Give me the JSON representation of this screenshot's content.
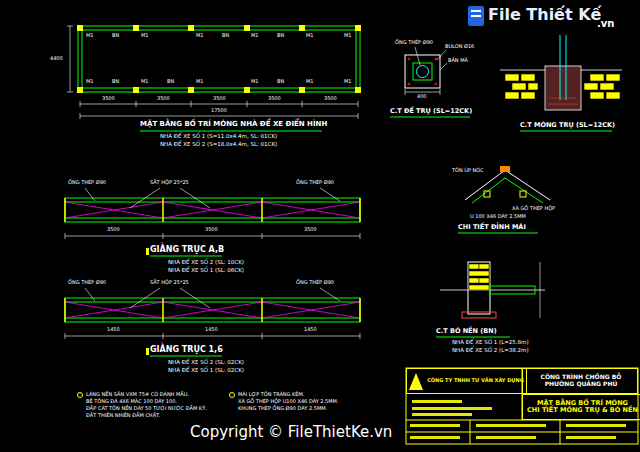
{
  "diagram": {
    "nodes": [
      {
        "text": [
          "CÔNG TY TNHH TƯ VẤN XÂY DỰNG"
        ]
      },
      {
        "text": [
          "CÔNG TRÌNH CHỐNG BỖ",
          "PHƯỜNG QUẢNG PHÚ"
        ]
      },
      {
        "text": [
          "MẶT BẰNG BỐ TRÍ MÓNG",
          "CHI TIẾT MÓNG TRỤ & BÓ NỀN"
        ]
      }
    ],
    "labels": [
      "M1",
      "M1",
      "M1",
      "M1",
      "M1",
      "M1",
      "M1",
      "M1",
      "M1",
      "M1",
      "M1",
      "M1",
      "BN",
      "BN",
      "BN",
      "BN",
      "BN",
      "BN",
      "3500",
      "3500",
      "3500",
      "3500",
      "3500",
      "17500",
      "4400",
      "MẶT BẰNG BỐ TRÍ MÓNG NHÀ ĐỂ XE ĐIỂN HÌNH",
      "NHÀ ĐỂ XE SỐ 1 (S=11.0x4.4m, SL: 01CK)",
      "NHÀ ĐỂ XE SỐ 2 (S=18.0x4.4m, SL: 01CK)",
      "ỐNG THÉP Ø90",
      "SẮT HỘP 25*25",
      "ỐNG THÉP Ø90",
      "3500",
      "3500",
      "3500",
      "GIẰNG TRỤC A,B",
      "NHÀ ĐỂ XE SỐ 2 (SL: 10CK)",
      "NHÀ ĐỂ XE SỐ 1 (SL: 06CK)",
      "ỐNG THÉP Ø90",
      "SẮT HỘP 25*25",
      "ỐNG THÉP Ø90",
      "1450",
      "1450",
      "1450",
      "GIẰNG TRỤC 1,6",
      "NHÀ ĐỂ XE SỐ 2 (SL: 02CK)",
      "NHÀ ĐỂ XE SỐ 1 (SL: 02CK)",
      "LÁNG NỀN SÂN VXM 75# CÓ ĐÁNH MẦU.",
      "BÊ TÔNG ĐÁ 4X6 MÁC 100 DÀY 100.",
      "ĐẮP CÁT TÔN NỀN DÀY 50 TƯỚI NƯỚC ĐẦM KỸ.",
      "ĐẤT THIÊN NHIÊN ĐẦM CHẶT.",
      "MÁI LỢP TÔN TRÁNG KẼM.",
      "XÀ GỒ THÉP HỘP U100 X46 DÀY 2.5MM.",
      "KHUNG THÉP ỐNG Ø90 DÀY 2.5MM.",
      "ỐNG THÉP Ø90",
      "BULON Ø16",
      "BẢN MÃ",
      "400",
      "C.T ĐẾ TRỤ (SL=12CK)",
      "C.T MÓNG TRỤ (SL=12CK)",
      "TÔN ÚP NÓC",
      "XÀ GỒ THÉP HỘP",
      "U 100 X46 DÀY 2.5MM",
      "CHI TIẾT ĐỈNH MÁI",
      "C.T BÓ NỀN (BN)",
      "NHÀ ĐỂ XE SỐ 1 (L=25.8m)",
      "NHÀ ĐỂ XE SỐ 2 (L=38.2m)",
      "File Thiết Kế",
      ".vn",
      "Copyright © FileThietKe.vn"
    ]
  }
}
